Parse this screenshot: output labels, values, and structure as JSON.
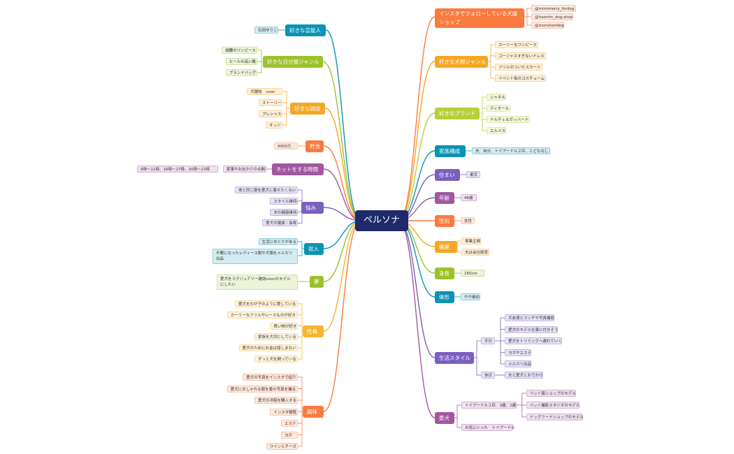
{
  "center": "ペルソナ",
  "colors": {
    "blue": "#0b93b4",
    "orange": "#fb7a3f",
    "amber": "#f6a623",
    "green": "#9cc12b",
    "purple": "#7a5fc0",
    "magenta": "#a0589f",
    "gold": "#f2b62f",
    "lightgreen": "#b6cf3a"
  },
  "left": [
    {
      "label": "好きな芸能人",
      "color": "blue",
      "leaves": [
        "石田ゆりこ"
      ]
    },
    {
      "label": "好きな自分服ジャンル",
      "color": "green",
      "leaves": [
        "細腰のワンピース",
        "ヒールの高い靴",
        "ブランドバッグ"
      ]
    },
    {
      "label": "好きな雑誌",
      "color": "amber",
      "leaves": [
        "犬雑誌　coon",
        "ストーリー",
        "プレシャス",
        "オッジ"
      ]
    },
    {
      "label": "貯金",
      "color": "orange",
      "leaves": [
        "4000万"
      ]
    },
    {
      "label": "ネットをする時間",
      "color": "magenta",
      "leaves": [
        "家事やお出かけの合間"
      ],
      "sub": [
        "9時〜11時、16時〜17時、20時〜23時"
      ]
    },
    {
      "label": "悩み",
      "color": "purple",
      "leaves": [
        "他と同じ服を愛犬に着せたくない",
        "スタイル維持",
        "夫の健康維持",
        "愛犬の健康・長寿"
      ]
    },
    {
      "label": "収入",
      "color": "blue",
      "leaves": [
        "生活にゆとりがある",
        "不要になったレディース服や犬服をメルカリ出品"
      ]
    },
    {
      "label": "夢",
      "color": "green",
      "leaves": [
        "愛犬をラグジュアリー雑誌coonのモデルにしたい"
      ]
    },
    {
      "label": "性格",
      "color": "gold",
      "leaves": [
        "愛犬をわが子のように愛している",
        "カーリーなフリルやレースものが好き",
        "買い物が好き",
        "家族を大切にしている",
        "愛犬のためにお金は惜しまない",
        "ずっと犬を飼っている"
      ]
    },
    {
      "label": "趣味",
      "color": "orange",
      "leaves": [
        "愛犬の写真をインスタで紹介",
        "愛犬におしゃれな服を着せ写真を撮る",
        "愛犬の洋服を購入する",
        "インスタ観覧",
        "エステ",
        "ヨガ",
        "ワインとチーズ"
      ]
    }
  ],
  "right": [
    {
      "label": "インスタでフォローしている犬服ショップ",
      "color": "orange",
      "leaves": [
        "@mimimerry_fordog",
        "@haonim_dog.shop",
        "@moncheridog"
      ]
    },
    {
      "label": "好きな犬服ジャンル",
      "color": "amber",
      "leaves": [
        "カーリーなワンピース",
        "ゴージャスすぎないドレス",
        "フリルのついたスカート",
        "イベント毎のコスチューム"
      ]
    },
    {
      "label": "好きなブランド",
      "color": "lightgreen",
      "leaves": [
        "シャネル",
        "ディオール",
        "ドルチェ＆ガッバーナ",
        "エルメス"
      ]
    },
    {
      "label": "家族構成",
      "color": "blue",
      "leaves": [
        "夫、自分、トイプードル２匹、こどもなし"
      ]
    },
    {
      "label": "住まい",
      "color": "purple",
      "leaves": [
        "東京"
      ]
    },
    {
      "label": "年齢",
      "color": "magenta",
      "leaves": [
        "46歳"
      ]
    },
    {
      "label": "性別",
      "color": "orange",
      "leaves": [
        "女性"
      ]
    },
    {
      "label": "職業",
      "color": "amber",
      "leaves": [
        "専業主婦",
        "夫は会社経営"
      ]
    },
    {
      "label": "身長",
      "color": "green",
      "leaves": [
        "165cm"
      ]
    },
    {
      "label": "体形",
      "color": "blue",
      "leaves": [
        "やや細め"
      ]
    },
    {
      "label": "生活スタイル",
      "color": "purple",
      "groups": [
        {
          "label": "平日",
          "leaves": [
            "犬友達とランチや写真撮影",
            "愛犬のモデル仕事に付きそう",
            "愛犬をトリミングへ連れていく",
            "ヨガやエステ",
            "メルカリ出品"
          ]
        },
        {
          "label": "休日",
          "leaves": [
            "夫と愛犬とおでかけ"
          ]
        }
      ]
    },
    {
      "label": "愛犬",
      "color": "magenta",
      "groups": [
        {
          "label": "トイプードル２匹　3歳、2歳",
          "leaves": [
            "ペット服ショップのモデル",
            "ペット撮影スタジオのモデル",
            "ドッグフードショップのモデル"
          ]
        },
        {
          "label": "お気にいった　トイプードル",
          "leaves": []
        }
      ]
    }
  ]
}
